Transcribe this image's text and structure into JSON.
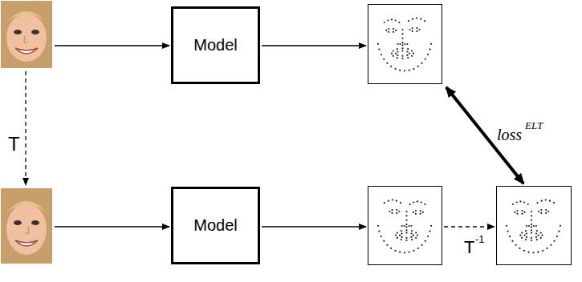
{
  "diagram": {
    "nodes": [
      {
        "text": [
          "Model"
        ]
      },
      {
        "text": [
          "Model"
        ]
      }
    ],
    "labels": [
      "T",
      "T",
      "-1",
      "loss",
      "ELT"
    ]
  }
}
